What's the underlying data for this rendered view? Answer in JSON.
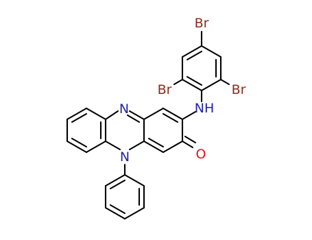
{
  "molecule": {
    "atoms": {
      "br_top": "Br",
      "br_left": "Br",
      "br_right": "Br",
      "amine": "NH",
      "ring_n": "N",
      "phenyl_n": "N",
      "carbonyl_o": "O"
    },
    "colors": {
      "bond": "#000000",
      "bromine": "#8b2a1e",
      "nitrogen": "#2222a8",
      "oxygen": "#e0141e"
    }
  }
}
